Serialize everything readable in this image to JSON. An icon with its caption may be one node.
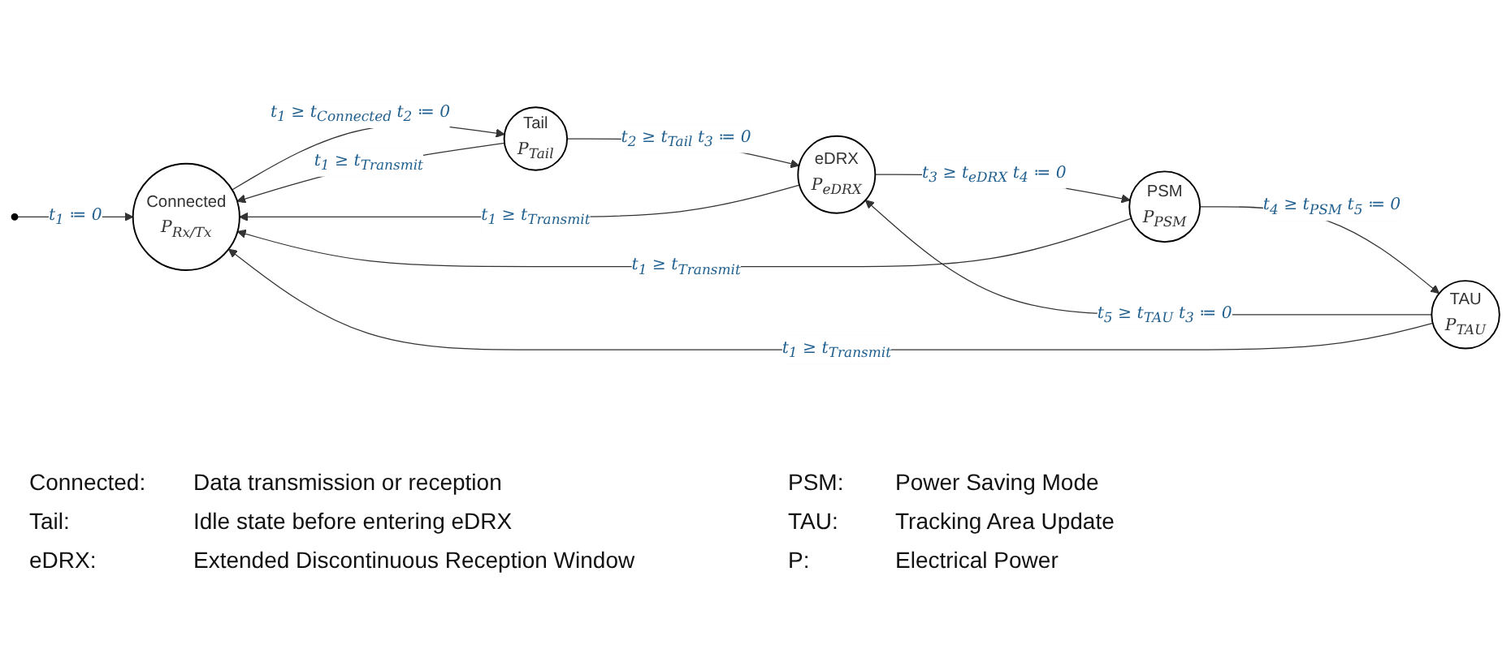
{
  "diagram": {
    "nodes": [
      {
        "text": [
          "Connected",
          "P$_{Rx/Tx}$"
        ]
      },
      {
        "text": [
          "Tail",
          "P$_{Tail}$"
        ]
      },
      {
        "text": [
          "eDRX",
          "P$_{eDRX}$"
        ]
      },
      {
        "text": [
          "PSM",
          "P$_{PSM}$"
        ]
      },
      {
        "text": [
          "TAU",
          "P$_{TAU}$"
        ]
      },
      {
        "text": [],
        "shape": "circle"
      }
    ],
    "edges": [
      {
        "from": 5,
        "to": 0,
        "arrow": "to",
        "label": "t$_{1}$ ≔ 0"
      },
      {
        "from": 0,
        "to": 1,
        "arrow": "to",
        "label": "t$_{1}$ ≥ t$_{Connected}$ t$_{2}$ ≔ 0"
      },
      {
        "from": 1,
        "to": 2,
        "arrow": "to",
        "label": "t$_{2}$ ≥ t$_{Tail}$ t$_{3}$ ≔ 0"
      },
      {
        "from": 2,
        "to": 3,
        "arrow": "to",
        "label": "t$_{3}$ ≥ t$_{eDRX}$ t$_{4}$ ≔ 0"
      },
      {
        "from": 3,
        "to": 4,
        "arrow": "to",
        "label": "t$_{4}$ ≥ t$_{PSM}$ t$_{5}$ ≔ 0"
      },
      {
        "from": 1,
        "to": 0,
        "arrow": "to",
        "label": "t$_{1}$ ≥ t$_{Transmit}$"
      },
      {
        "from": 2,
        "to": 0,
        "arrow": "to",
        "label": "t$_{1}$ ≥ t$_{Transmit}$"
      },
      {
        "from": 3,
        "to": 0,
        "arrow": "to",
        "label": "t$_{1}$ ≥ t$_{Transmit}$"
      },
      {
        "from": 4,
        "to": 2,
        "arrow": "to",
        "label": "t$_{5}$ ≥ t$_{TAU}$ t$_{3}$ ≔ 0"
      },
      {
        "from": 4,
        "to": 0,
        "arrow": "to",
        "label": "t$_{1}$ ≥ t$_{Transmit}$"
      }
    ],
    "labels": [
      "Connected:",
      "Data transmission or reception",
      "PSM:",
      "Power Saving Mode",
      "Tail:",
      "Idle state before entering eDRX",
      "TAU:",
      "Tracking Area Update",
      "eDRX:",
      "Extended Discontinuous Reception Window",
      "P:",
      "Electrical Power"
    ]
  }
}
